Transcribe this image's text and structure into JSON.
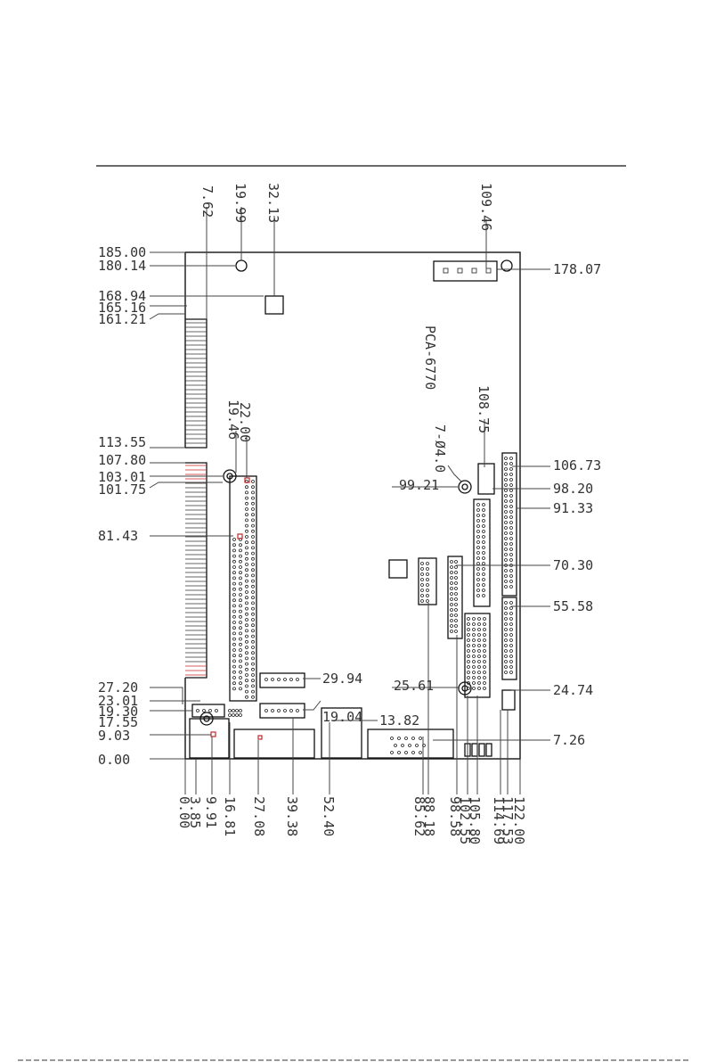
{
  "model_label": "PCA-6770",
  "hole_note": "7-Ø4.0",
  "left_dims": [
    "185.00",
    "180.14",
    "168.94",
    "165.16",
    "161.21",
    "113.55",
    "107.80",
    "103.01",
    "101.75",
    "81.43",
    "27.20",
    "23.01",
    "19.30",
    "17.55",
    "9.03",
    "0.00"
  ],
  "right_dims": [
    "178.07",
    "106.73",
    "98.20",
    "91.33",
    "70.30",
    "55.58",
    "24.74",
    "7.26"
  ],
  "inner_dims": [
    "29.94",
    "19.04",
    "13.82",
    "25.61",
    "99.21"
  ],
  "top_dims": [
    "7.62",
    "19.99",
    "32.13",
    "109.46"
  ],
  "mid_top_dims": [
    "19.46",
    "22.00",
    "108.75"
  ],
  "bottom_dims": [
    "0.00",
    "3.85",
    "9.91",
    "16.81",
    "27.08",
    "39.38",
    "52.40",
    "85.62",
    "88.18",
    "98.58",
    "102.55",
    "105.80",
    "114.69",
    "117.53",
    "122.00"
  ]
}
